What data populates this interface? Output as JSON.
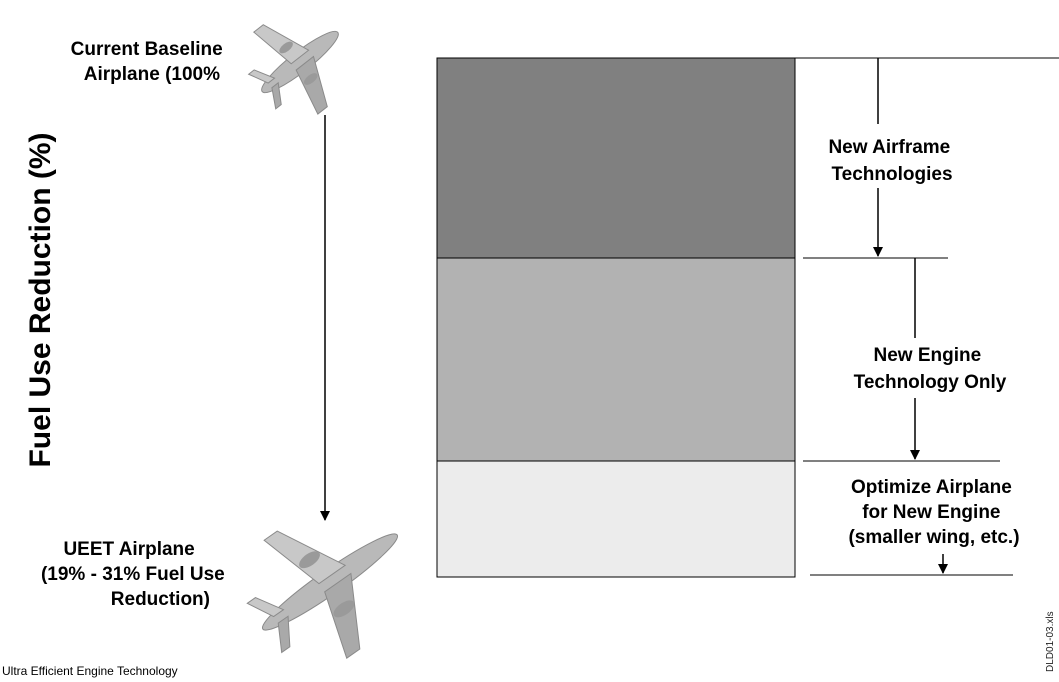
{
  "y_axis_label": "Fuel Use Reduction (%)",
  "baseline_label": [
    "Current Baseline",
    "Airplane (100%"
  ],
  "ueet_label": [
    "UEET Airplane",
    "(19% - 31% Fuel Use",
    "Reduction)"
  ],
  "segments": [
    {
      "label": [
        "New Airframe",
        "Technologies"
      ],
      "color": "#808080"
    },
    {
      "label": [
        "New Engine",
        "Technology Only"
      ],
      "color": "#b2b2b2"
    },
    {
      "label": [
        "Optimize Airplane",
        "for New Engine",
        "(smaller wing, etc.)"
      ],
      "color": "#ececec"
    }
  ],
  "footer": "Ultra Efficient Engine Technology",
  "side_ref": "DLD01-03.xls"
}
